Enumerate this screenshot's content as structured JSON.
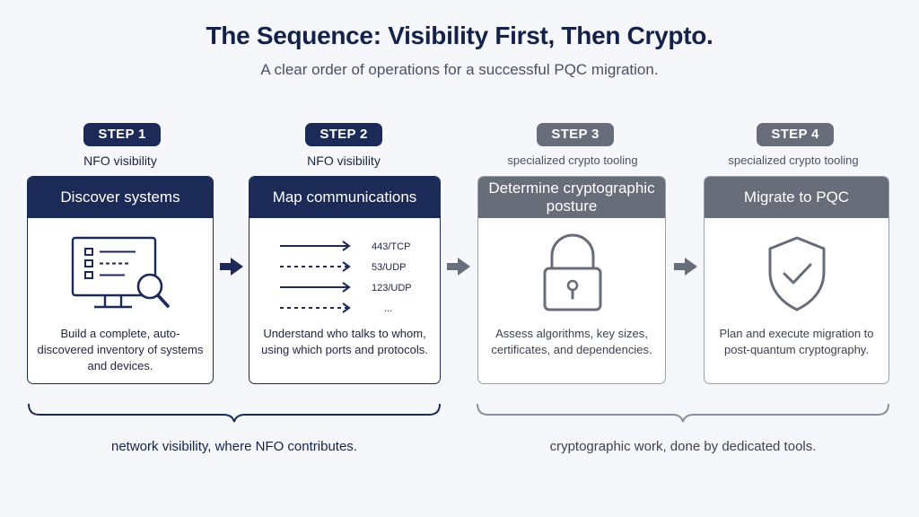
{
  "title": "The Sequence: Visibility First, Then Crypto.",
  "subtitle": "A clear order of operations for a successful PQC migration.",
  "steps": [
    {
      "label": "STEP 1",
      "caption": "NFO visibility",
      "heading": "Discover systems",
      "description": "Build a complete, auto-discovered inventory of systems and devices.",
      "icon": "monitor-magnifier-icon"
    },
    {
      "label": "STEP 2",
      "caption": "NFO visibility",
      "heading": "Map communications",
      "description": "Understand who talks to whom, using which ports and protocols.",
      "icon": "flow-arrows-icon",
      "ports": [
        "443/TCP",
        "53/UDP",
        "123/UDP",
        "..."
      ]
    },
    {
      "label": "STEP 3",
      "caption": "specialized crypto tooling",
      "heading": "Determine cryptographic posture",
      "description": "Assess algorithms, key sizes, certificates, and dependencies.",
      "icon": "padlock-icon"
    },
    {
      "label": "STEP 4",
      "caption": "specialized crypto tooling",
      "heading": "Migrate to PQC",
      "description": "Plan and execute migration to post-quantum cryptography.",
      "icon": "shield-check-icon"
    }
  ],
  "footers": {
    "left": "network visibility, where NFO contributes.",
    "right": "cryptographic work, done by dedicated tools."
  },
  "colors": {
    "navy": "#1b2a57",
    "gray": "#676d79",
    "background": "#f6f7fa"
  }
}
